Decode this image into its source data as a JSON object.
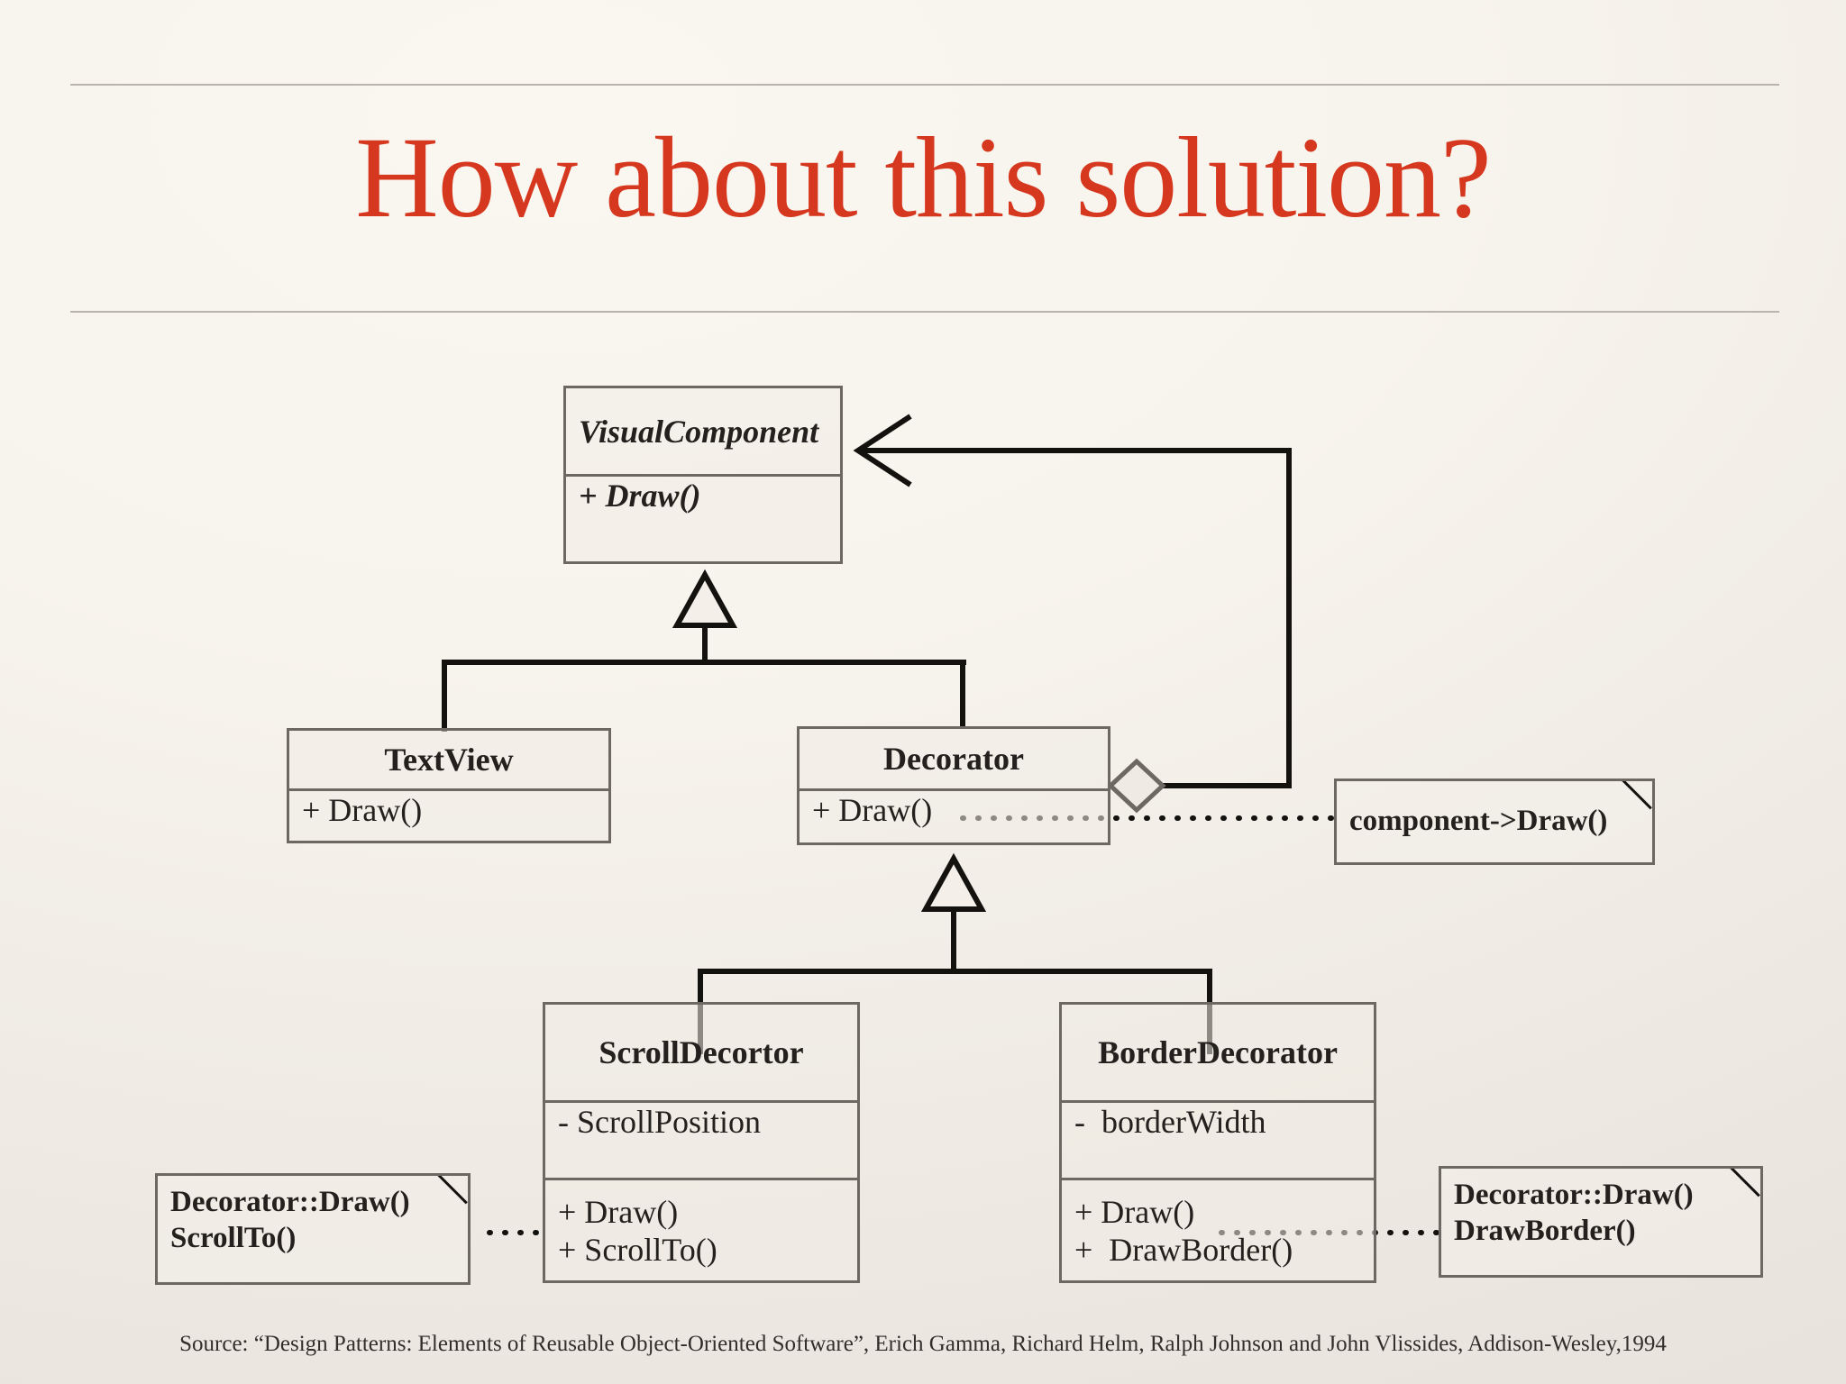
{
  "slide": {
    "title": "How about this solution?",
    "source": "Source: “Design Patterns: Elements of Reusable Object-Oriented Software”, Erich Gamma, Richard Helm, Ralph Johnson and John Vlissides, Addison-Wesley,1994",
    "accent_color": "#d6381f",
    "background_color": "#f4efe9",
    "line_color": "#6d6861",
    "connector_color": "#14120f"
  },
  "diagram": {
    "type": "uml-class-diagram",
    "classes": [
      {
        "id": "visual-component",
        "name": "VisualComponent",
        "abstract": true,
        "attributes": [],
        "operations": [
          "+ Draw()"
        ]
      },
      {
        "id": "text-view",
        "name": "TextView",
        "abstract": false,
        "attributes": [],
        "operations": [
          "+ Draw()"
        ]
      },
      {
        "id": "decorator",
        "name": "Decorator",
        "abstract": false,
        "attributes": [],
        "operations": [
          "+ Draw()"
        ]
      },
      {
        "id": "scroll-decortor",
        "name": "ScrollDecortor",
        "abstract": false,
        "attributes": [
          "- ScrollPosition"
        ],
        "operations": [
          "+ Draw()",
          "+ ScrollTo()"
        ]
      },
      {
        "id": "border-decorator",
        "name": "BorderDecorator",
        "abstract": false,
        "attributes": [
          "-  borderWidth"
        ],
        "operations": [
          "+ Draw()",
          "+  DrawBorder()"
        ]
      }
    ],
    "notes": [
      {
        "id": "note-component-draw",
        "lines": [
          "component->Draw()"
        ],
        "attached_to": "decorator"
      },
      {
        "id": "note-scroll-draw",
        "lines": [
          "Decorator::Draw()",
          "ScrollTo()"
        ],
        "attached_to": "scroll-decortor"
      },
      {
        "id": "note-border-draw",
        "lines": [
          "Decorator::Draw()",
          "DrawBorder()"
        ],
        "attached_to": "border-decorator"
      }
    ],
    "relationships": [
      {
        "kind": "generalization",
        "from": "text-view",
        "to": "visual-component"
      },
      {
        "kind": "generalization",
        "from": "decorator",
        "to": "visual-component"
      },
      {
        "kind": "generalization",
        "from": "scroll-decortor",
        "to": "decorator"
      },
      {
        "kind": "generalization",
        "from": "border-decorator",
        "to": "decorator"
      },
      {
        "kind": "aggregation",
        "from": "decorator",
        "to": "visual-component"
      }
    ]
  }
}
